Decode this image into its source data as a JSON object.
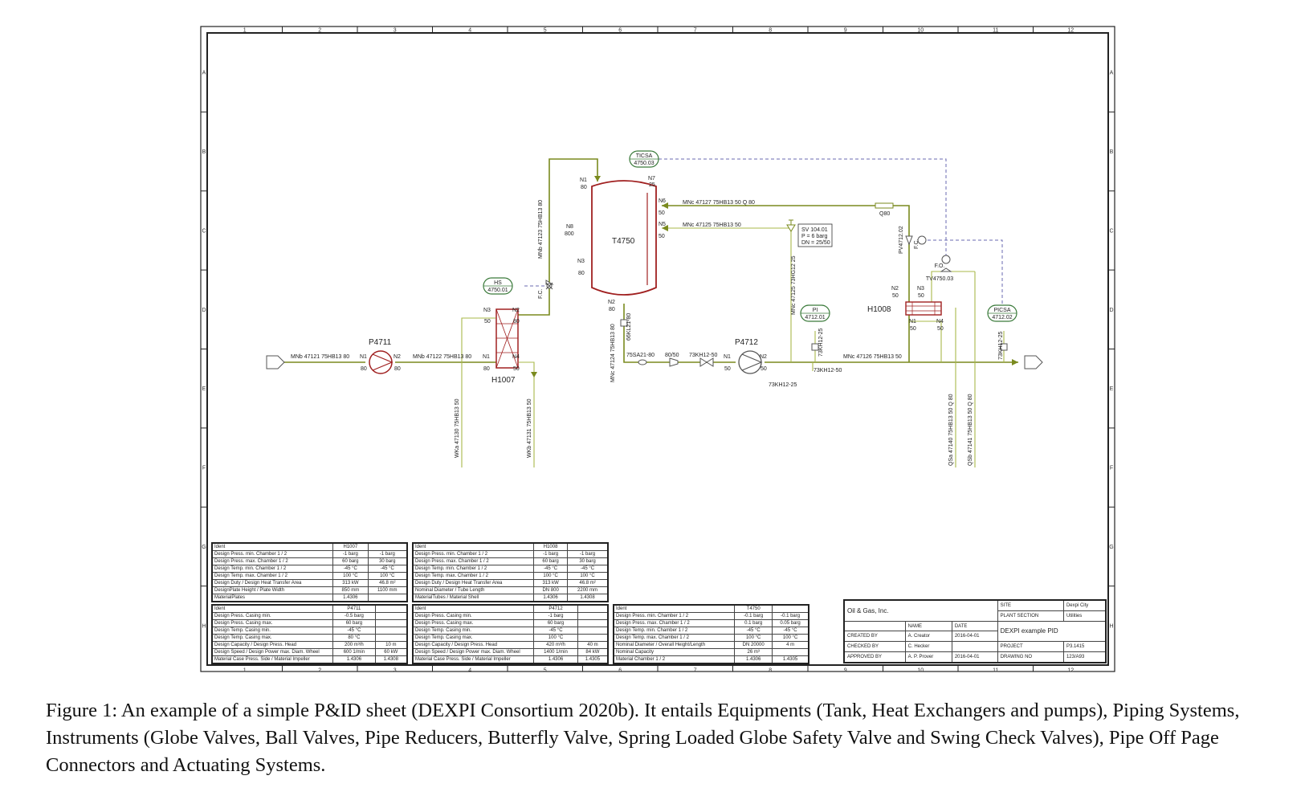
{
  "border": {
    "columns": [
      "1",
      "2",
      "3",
      "4",
      "5",
      "6",
      "7",
      "8",
      "9",
      "10",
      "11",
      "12"
    ],
    "rows": [
      "A",
      "B",
      "C",
      "D",
      "E",
      "F",
      "G",
      "H"
    ]
  },
  "equipment": {
    "tank": "T4750",
    "pump1": "P4711",
    "pump2": "P4712",
    "hx1": "H1007",
    "hx2": "H1008"
  },
  "nozzles": {
    "p4711_n1": "N1",
    "p4711_n1_size": "80",
    "p4711_n2": "N2",
    "p4711_n2_size": "80",
    "h1007_n1": "N1",
    "h1007_n1_size": "80",
    "h1007_n2": "N2",
    "h1007_n2_size": "80",
    "h1007_n3": "N3",
    "h1007_n3_size": "50",
    "h1007_n4": "N4",
    "h1007_n4_size": "50",
    "t_n1": "N1",
    "t_n1_size": "80",
    "t_n2": "N2",
    "t_n2_size": "80",
    "t_n3": "N3",
    "t_n3_size": "80",
    "t_n5": "N5",
    "t_n5_size": "50",
    "t_n6": "N6",
    "t_n6_size": "50",
    "t_n7": "N7",
    "t_n7_size": "25",
    "t_n8": "N8",
    "t_n8_size": "800",
    "p4712_n1": "N1",
    "p4712_n1_size": "50",
    "p4712_n2": "N2",
    "p4712_n2_size": "50",
    "h1008_n1": "N1",
    "h1008_n1_size": "50",
    "h1008_n2": "N2",
    "h1008_n2_size": "50",
    "h1008_n3": "N3",
    "h1008_n3_size": "50",
    "h1008_n4": "N4",
    "h1008_n4_size": "50"
  },
  "lines": {
    "l47121": "MNb 47121 75HB13 80",
    "l47122": "MNb 47122 75HB13 80",
    "l47123": "MNb 47123 75HB13 80",
    "l47124": "MNc 47124 75HB13 80",
    "l47125": "MNc 47125 75HB13 50",
    "l47125v": "MNc 47125 73HG12 25",
    "l47126": "MNc 47126 75HB13 50",
    "l47127": "MNc 47127 75HB13 50 Q 80",
    "l47130": "WKa 47130 75HB13 50",
    "l47131": "WKb 47131 75HB13 50",
    "l47140": "QSa 47140 75HB13 50 Q 80",
    "l47141": "QSb 47141 75HB13 50 Q 80",
    "pv": "PV4712.02",
    "q80": "Q80",
    "ssa": "75SA21-80",
    "red": "80/50",
    "kh50": "73KH12-50",
    "kh50b": "73KH12-50",
    "kh25a": "73KH12-25",
    "kh25b": "73KH12-25",
    "kh25c": "73KH12-25",
    "kkl": "66KL21-80"
  },
  "valve_labels": {
    "fc1": "F.C.",
    "fc2": "F.C.",
    "fo": "F.O.",
    "tv": "TV4750.03"
  },
  "safety_valve": {
    "tag": "SV 104.01",
    "p": "P = 6 barg",
    "dn": "DN = 25/50"
  },
  "instruments": {
    "ticsa_t": "TICSA",
    "ticsa_n": "4750.03",
    "hs_t": "HS",
    "hs_n": "4750.01",
    "pi_t": "PI",
    "pi_n": "4712.01",
    "picsa_t": "PICSA",
    "picsa_n": "4712.02"
  },
  "tables": {
    "h1007": [
      [
        "Ident",
        "H1007",
        ""
      ],
      [
        "Design Press. min. Chamber 1 / 2",
        "-1 barg",
        "-1 barg"
      ],
      [
        "Design Press. max. Chamber 1 / 2",
        "60 barg",
        "30 barg"
      ],
      [
        "Design Temp. min. Chamber 1 / 2",
        "-45 °C",
        "-45 °C"
      ],
      [
        "Design Temp. max. Chamber 1 / 2",
        "100 °C",
        "100 °C"
      ],
      [
        "Design Duty / Design Heat Transfer Area",
        "313 kW",
        "46.8 m²"
      ],
      [
        "DesignPlate Height / Plate Width",
        "850 mm",
        "1100 mm"
      ],
      [
        "MaterialPlates",
        "1.4306",
        ""
      ]
    ],
    "h1008": [
      [
        "Ident",
        "H1008",
        ""
      ],
      [
        "Design Press. min. Chamber 1 / 2",
        "-1 barg",
        "-1 barg"
      ],
      [
        "Design Press. max. Chamber 1 / 2",
        "60 barg",
        "30 barg"
      ],
      [
        "Design Temp. min. Chamber 1 / 2",
        "-45 °C",
        "-45 °C"
      ],
      [
        "Design Temp. max. Chamber 1 / 2",
        "100 °C",
        "100 °C"
      ],
      [
        "Design Duty / Design Heat Transfer Area",
        "313 kW",
        "46.8 m²"
      ],
      [
        "Nominal Diameter / Tube Length",
        "DN 800",
        "2200 mm"
      ],
      [
        "MaterialTubes / Material Shell",
        "1.4306",
        "1.4308"
      ]
    ],
    "p4711": [
      [
        "Ident",
        "P4711",
        ""
      ],
      [
        "Design Press. Casing min.",
        "-0.5 barg",
        ""
      ],
      [
        "Design Press. Casing max.",
        "60 barg",
        ""
      ],
      [
        "Design Temp. Casing min.",
        "-45 °C",
        ""
      ],
      [
        "Design Temp. Casing max.",
        "80 °C",
        ""
      ],
      [
        "Design Capacity / Design Press. Head",
        "200 m³/h",
        "10 m"
      ],
      [
        "Design Speed / Design Power max. Diam. Wheel",
        "600 1/min",
        "60 kW"
      ],
      [
        "Material Case Press. Side / Material Impeller",
        "1.4306",
        "1.4308"
      ]
    ],
    "p4712": [
      [
        "Ident",
        "P4712",
        ""
      ],
      [
        "Design Press. Casing min.",
        "-1 barg",
        ""
      ],
      [
        "Design Press. Casing max.",
        "60 barg",
        ""
      ],
      [
        "Design Temp. Casing min.",
        "-45 °C",
        ""
      ],
      [
        "Design Temp. Casing max.",
        "100 °C",
        ""
      ],
      [
        "Design Capacity / Design Press. Head",
        "420 m³/h",
        "40 m"
      ],
      [
        "Design Speed / Design Power max. Diam. Wheel",
        "1400 1/min",
        "84 kW"
      ],
      [
        "Material Case Press. Side / Material Impeller",
        "1.4306",
        "1.4305"
      ]
    ],
    "t4750": [
      [
        "Ident",
        "T4750",
        ""
      ],
      [
        "Design Press. min. Chamber 1 / 2",
        "-0.1 barg",
        "-0.1 barg"
      ],
      [
        "Design Press. max. Chamber 1 / 2",
        "0.1 barg",
        "0.05 barg"
      ],
      [
        "Design Temp. min. Chamber 1 / 2",
        "-45 °C",
        "-45 °C"
      ],
      [
        "Design Temp. max. Chamber 1 / 2",
        "100 °C",
        "100 °C"
      ],
      [
        "Nominal Diameter / Overall Height/Length",
        "DN 20000",
        "4 m"
      ],
      [
        "Nominal Capacity",
        "26 m³",
        ""
      ],
      [
        "Material Chamber 1 / 2",
        "1.4306",
        "1.4305"
      ]
    ]
  },
  "title_block": {
    "company": "Oil & Gas, Inc.",
    "name_h": "NAME",
    "date_h": "DATE",
    "created_l": "CREATED BY",
    "created_n": "A. Creator",
    "created_d": "2016-04-01",
    "checked_l": "CHECKED BY",
    "checked_n": "C. Hecker",
    "checked_d": "",
    "approved_l": "APPROVED BY",
    "approved_n": "A. P. Prover",
    "approved_d": "2016-04-01",
    "site_l": "SITE",
    "site_v": "Dexpi City",
    "section_l": "PLANT SECTION",
    "section_v": "Utilities",
    "title": "DEXPI example PID",
    "project_l": "PROJECT",
    "project_v": "P3.1415",
    "drawing_l": "DRAWING NO",
    "drawing_v": "123/A93"
  },
  "caption": "Figure 1: An example of a simple P&ID sheet (DEXPI Consortium 2020b). It entails Equipments (Tank, Heat Exchangers and pumps), Piping Systems, Instruments (Globe Valves, Ball Valves, Pipe Reducers, Butterfly Valve, Spring Loaded Globe Safety Valve and Swing Check Valves), Pipe Off Page Connectors and Actuating Systems."
}
